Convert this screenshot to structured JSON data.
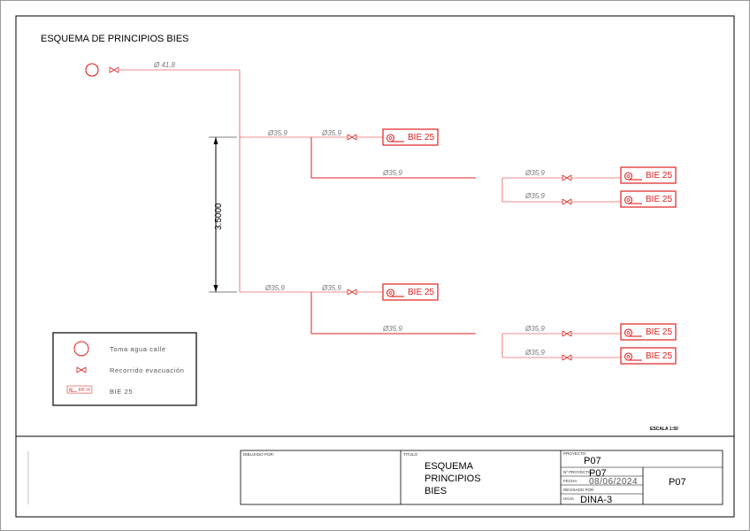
{
  "diagram": {
    "title": "ESQUEMA DE PRINCIPIOS BIES",
    "main_pipe_label": "Ø 41,8",
    "pipe_label": "Ø35,9",
    "bie_label": "BIE 25",
    "dimension_label": "3.5000",
    "scale_label": "ESCALA 1:50"
  },
  "legend": {
    "items": [
      {
        "icon": "street-water-intake-icon",
        "label": "Toma agua calle"
      },
      {
        "icon": "gate-valve-icon",
        "label": "Recorrido evacuación"
      },
      {
        "icon": "bie-icon",
        "label": "BIE 25"
      }
    ]
  },
  "title_block": {
    "drawn_by_label": "DIBUJADO POR:",
    "title_label": "TITULO",
    "title_lines": [
      "ESQUEMA",
      "PRINCIPIOS",
      "BIES"
    ],
    "project_label": "PROYECTO",
    "project_value": "P07",
    "project_number_label": "Nº PROYECTO",
    "project_number_value": "P07",
    "date_label": "FECHA",
    "date_value": "08/06/2024",
    "revised_label": "REVISADO POR",
    "sheet_label": "HOJA",
    "sheet_value": "DINA-3",
    "code_value": "P07"
  },
  "colors": {
    "pipe": "#e02020",
    "frame": "#000000",
    "label": "#777777"
  }
}
